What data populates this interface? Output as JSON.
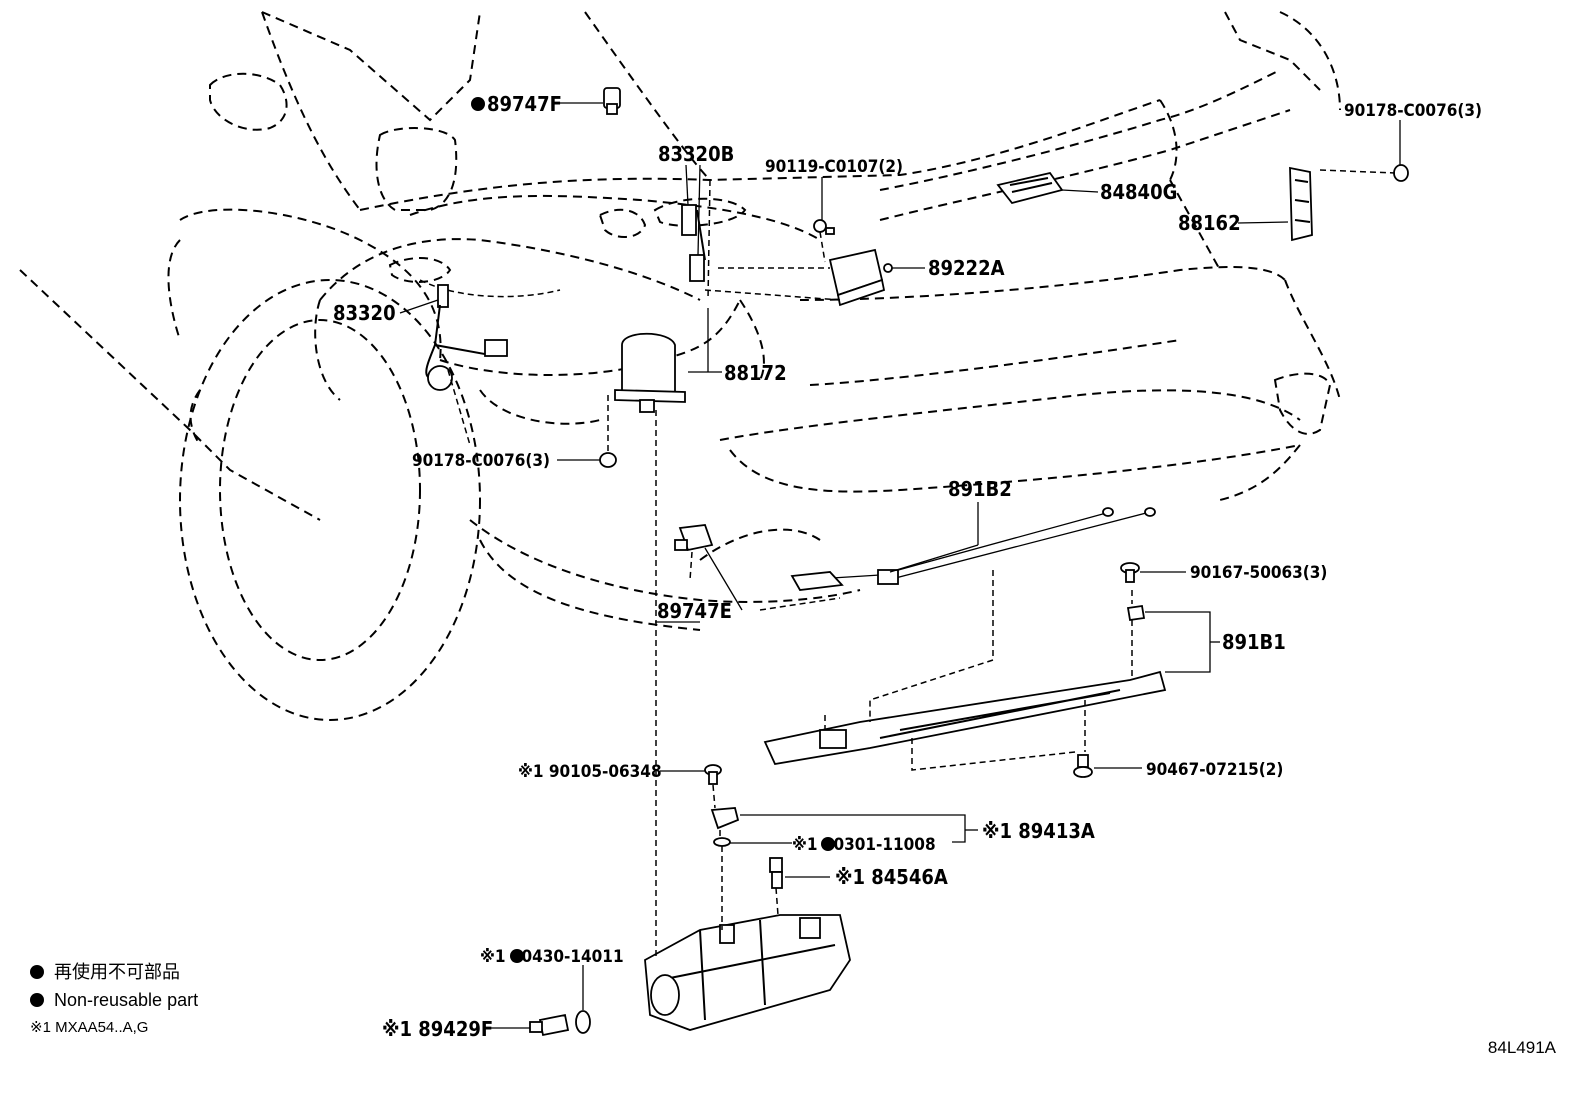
{
  "callouts": [
    {
      "id": "89747F",
      "text": "89747F",
      "non_reusable": true
    },
    {
      "id": "83320B",
      "text": "83320B"
    },
    {
      "id": "90119-C0107",
      "text": "90119-C0107(2)"
    },
    {
      "id": "84840G",
      "text": "84840G"
    },
    {
      "id": "90178-C0076-top",
      "text": "90178-C0076(3)"
    },
    {
      "id": "88162",
      "text": "88162"
    },
    {
      "id": "89222A",
      "text": "89222A"
    },
    {
      "id": "83320",
      "text": "83320"
    },
    {
      "id": "88172",
      "text": "88172"
    },
    {
      "id": "90178-C0076-left",
      "text": "90178-C0076(3)"
    },
    {
      "id": "891B2",
      "text": "891B2"
    },
    {
      "id": "90167-50063",
      "text": "90167-50063(3)"
    },
    {
      "id": "891B1",
      "text": "891B1"
    },
    {
      "id": "89747E",
      "text": "89747E"
    },
    {
      "id": "90467-07215",
      "text": "90467-07215(2)"
    },
    {
      "id": "90105-06348",
      "text": "※1 90105-06348"
    },
    {
      "id": "89413A",
      "text": "※1 89413A"
    },
    {
      "id": "90301-11008",
      "text": "※1 90301-11008",
      "non_reusable": true
    },
    {
      "id": "84546A",
      "text": "※1 84546A"
    },
    {
      "id": "90430-14011",
      "text": "※1 90430-14011",
      "non_reusable": true
    },
    {
      "id": "89429F",
      "text": "※1 89429F"
    }
  ],
  "legend": {
    "line1": "再使用不可部品",
    "line2": "Non-reusable part",
    "line3": "※1 MXAA54..A,G"
  },
  "diagram_code": "84L491A"
}
